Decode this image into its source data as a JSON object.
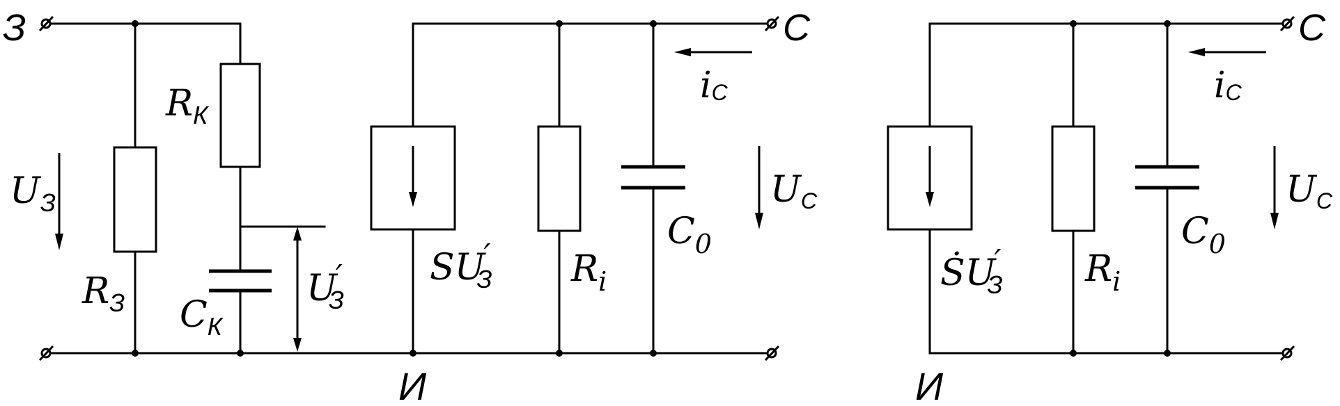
{
  "left": {
    "gate_terminal": "З",
    "drain_terminal": "С",
    "source_label": "И",
    "u_gate": "U",
    "u_gate_sub": "З",
    "r_gate": "R",
    "r_gate_sub": "З",
    "r_k": "R",
    "r_k_sub": "К",
    "c_k": "C",
    "c_k_sub": "К",
    "u_gate_prime": "U",
    "u_gate_prime_sub": "З",
    "prime": "′",
    "source_expr": "SU",
    "source_expr_sub": "З",
    "r_i": "R",
    "r_i_sub": "i",
    "c_0": "C",
    "c_0_sub": "0",
    "i_c": "i",
    "i_c_sub": "C",
    "u_c": "U",
    "u_c_sub": "C"
  },
  "right": {
    "drain_terminal": "С",
    "source_label": "И",
    "source_expr": "ṠU",
    "source_expr_sub": "З",
    "prime": "′",
    "r_i": "R",
    "r_i_sub": "i",
    "c_0": "C",
    "c_0_sub": "0",
    "i_c": "i",
    "i_c_sub": "C",
    "u_c": "U",
    "u_c_sub": "C"
  }
}
